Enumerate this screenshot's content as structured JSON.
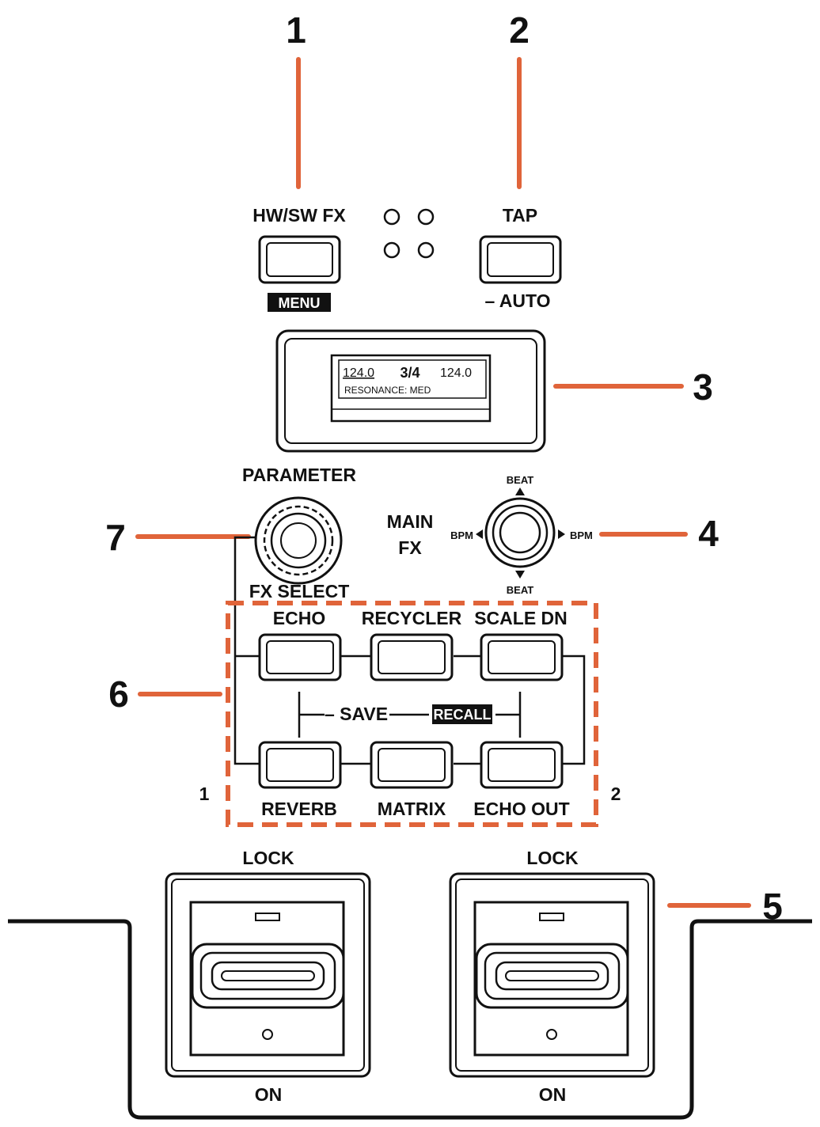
{
  "accent_color": "#e0643a",
  "callouts": {
    "c1": "1",
    "c2": "2",
    "c3": "3",
    "c4": "4",
    "c5": "5",
    "c6": "6",
    "c7": "7"
  },
  "top_controls": {
    "hw_sw_fx_label": "HW/SW FX",
    "menu_label": "MENU",
    "tap_label": "TAP",
    "auto_label": "– AUTO"
  },
  "display": {
    "bpm_left": "124.0",
    "beat_fraction": "3/4",
    "bpm_right": "124.0",
    "status_line": "RESONANCE: MED"
  },
  "parameter_knob": {
    "top_label": "PARAMETER",
    "bottom_label": "FX SELECT"
  },
  "main_fx": {
    "line1": "MAIN",
    "line2": "FX"
  },
  "joystick": {
    "up_label": "BEAT",
    "down_label": "BEAT",
    "left_label": "BPM",
    "right_label": "BPM"
  },
  "fx_buttons": {
    "top_row": [
      "ECHO",
      "RECYCLER",
      "SCALE DN"
    ],
    "bottom_row": [
      "REVERB",
      "MATRIX",
      "ECHO OUT"
    ],
    "save_label": "– SAVE",
    "recall_label": "RECALL",
    "side_left": "1",
    "side_right": "2"
  },
  "locks": {
    "left_top": "LOCK",
    "left_bottom": "ON",
    "right_top": "LOCK",
    "right_bottom": "ON"
  }
}
